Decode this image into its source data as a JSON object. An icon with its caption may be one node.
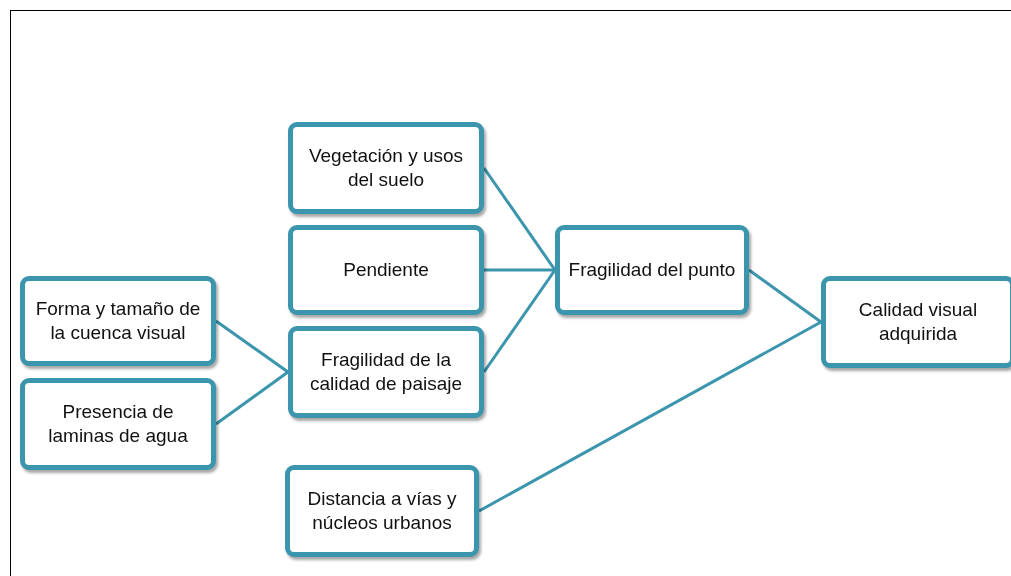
{
  "diagram": {
    "nodes": [
      {
        "text": [
          "Vegetación y usos del suelo"
        ]
      },
      {
        "text": [
          "Pendiente"
        ]
      },
      {
        "text": [
          "Fragilidad del punto"
        ]
      },
      {
        "text": [
          "Forma y tamaño de la cuenca visual"
        ]
      },
      {
        "text": [
          "Fragilidad de la calidad de paisaje"
        ]
      },
      {
        "text": [
          "Calidad visual adquirida"
        ]
      },
      {
        "text": [
          "Presencia de laminas de agua"
        ]
      },
      {
        "text": [
          "Distancia a vías y núcleos urbanos"
        ]
      }
    ],
    "edges": [
      {
        "from": 0,
        "to": 2,
        "arrow": "none"
      },
      {
        "from": 1,
        "to": 2,
        "arrow": "none"
      },
      {
        "from": 4,
        "to": 2,
        "arrow": "none"
      },
      {
        "from": 3,
        "to": 4,
        "arrow": "none"
      },
      {
        "from": 6,
        "to": 4,
        "arrow": "none"
      },
      {
        "from": 2,
        "to": 5,
        "arrow": "none"
      },
      {
        "from": 7,
        "to": 5,
        "arrow": "none"
      }
    ]
  }
}
